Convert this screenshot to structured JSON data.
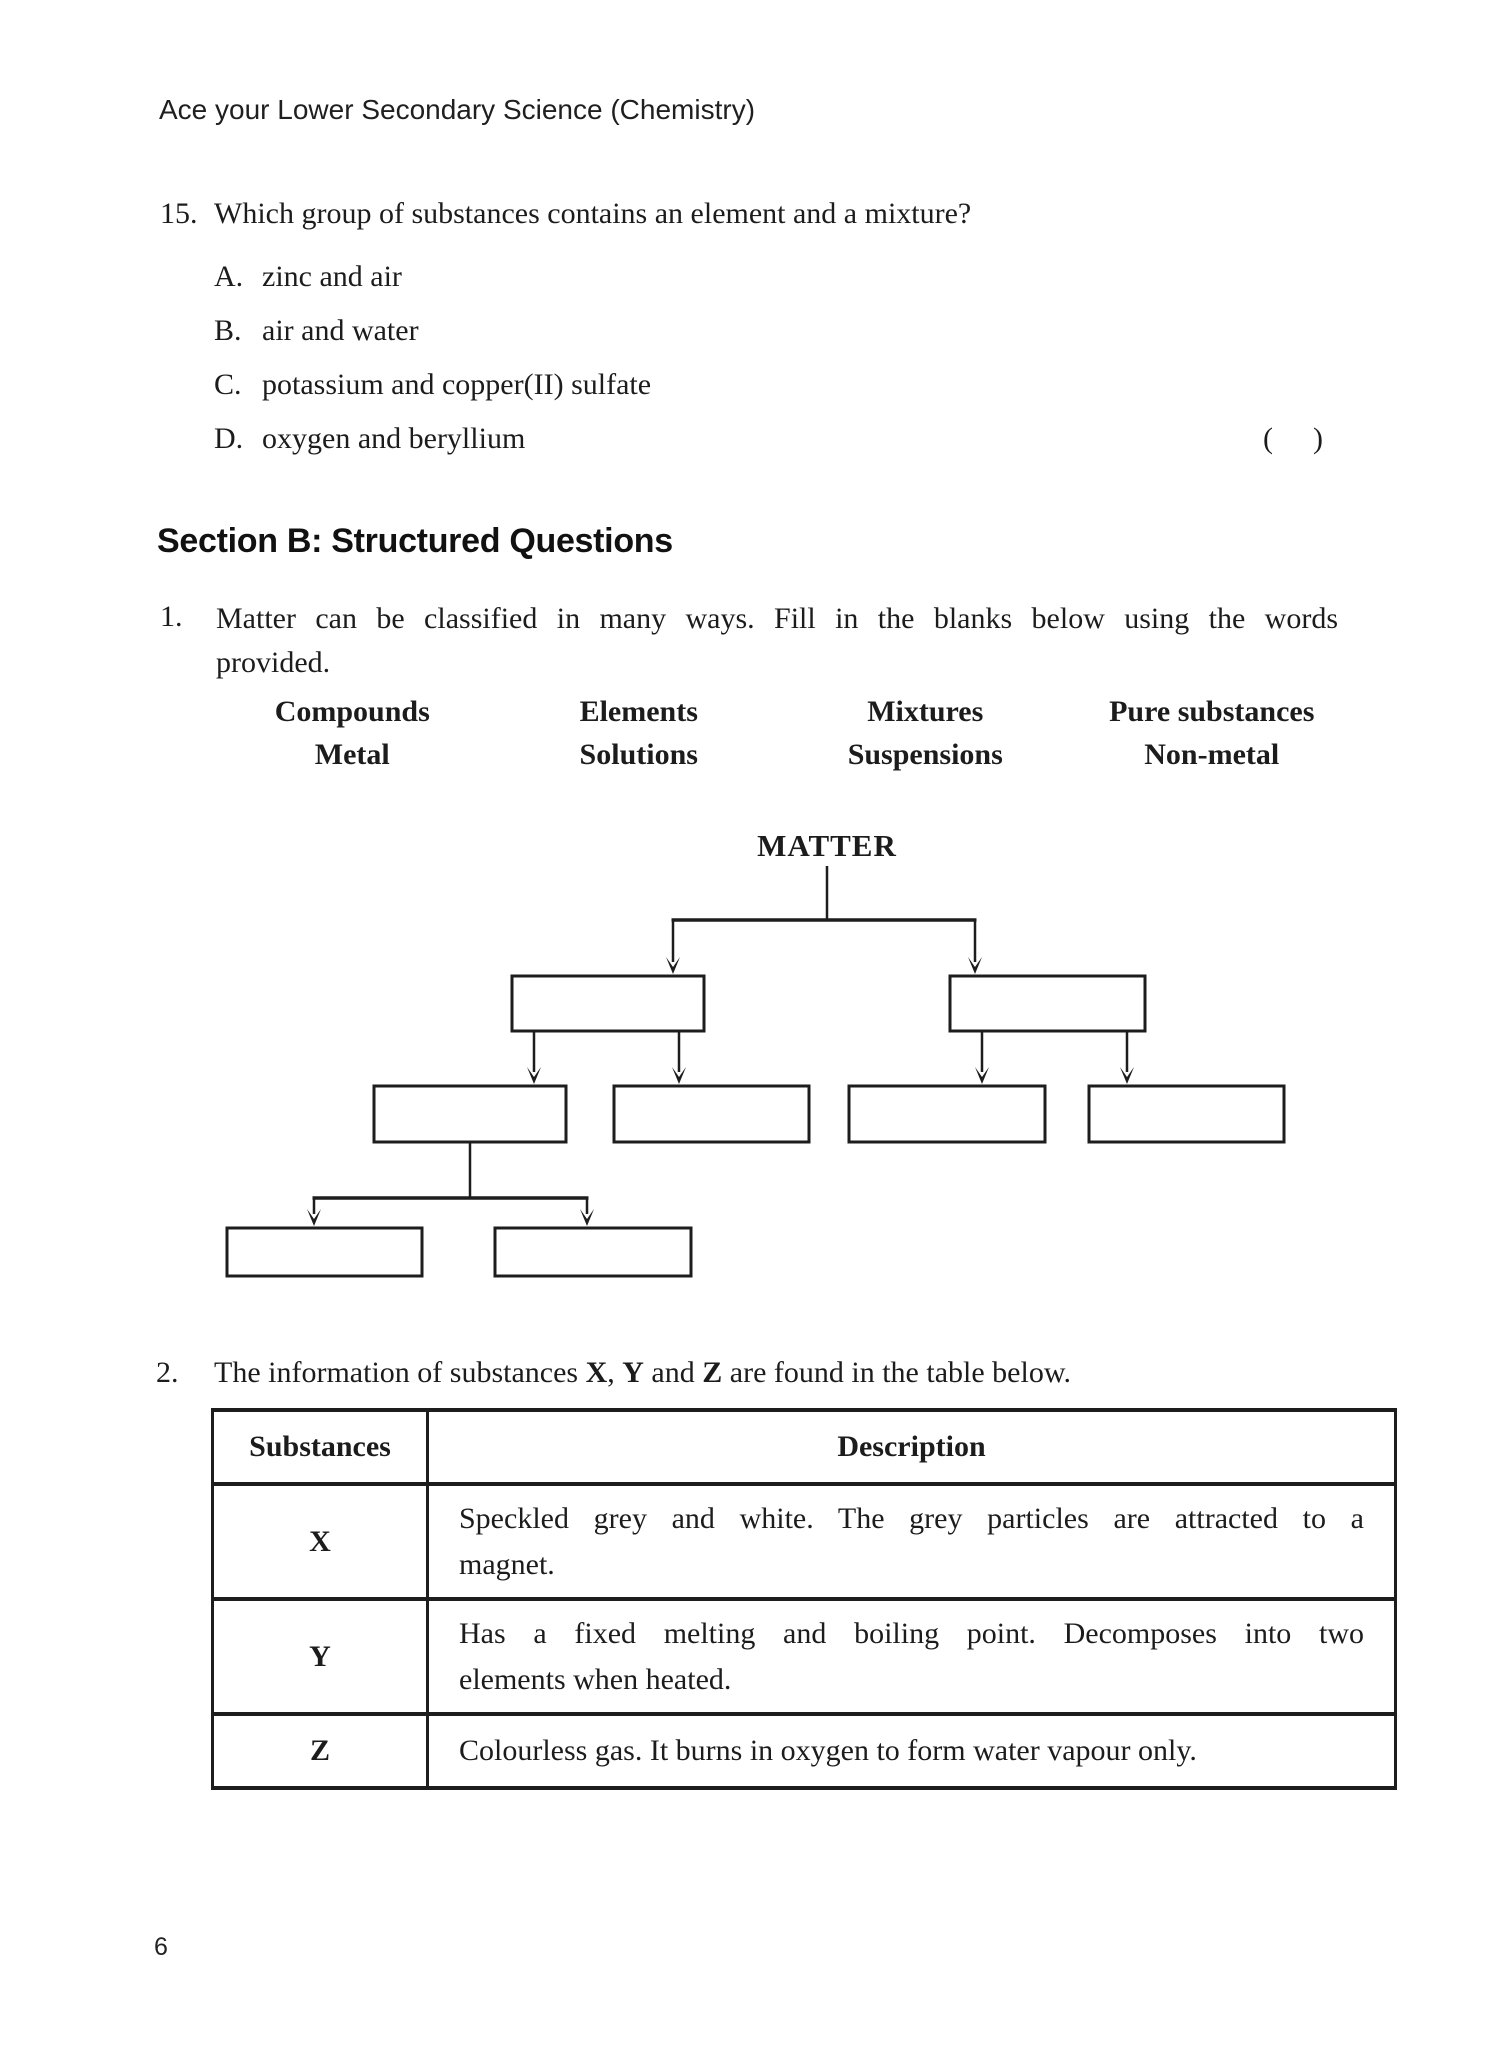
{
  "header": {
    "title": "Ace your Lower Secondary Science (Chemistry)"
  },
  "question15": {
    "number": "15.",
    "text": "Which group of substances contains an element and a mixture?",
    "options": [
      {
        "letter": "A.",
        "text": "zinc and air"
      },
      {
        "letter": "B.",
        "text": "air and water"
      },
      {
        "letter": "C.",
        "text": "potassium and copper(II) sulfate"
      },
      {
        "letter": "D.",
        "text": "oxygen and beryllium"
      }
    ],
    "answer_bracket_open": "(",
    "answer_bracket_close": ")"
  },
  "section_b": {
    "heading": "Section B: Structured Questions"
  },
  "question1": {
    "number": "1.",
    "lines": [
      "Matter can be classified in many ways. Fill in the blanks below using the words",
      "provided."
    ],
    "word_bank": {
      "row1": [
        "Compounds",
        "Elements",
        "Mixtures",
        "Pure substances"
      ],
      "row2": [
        "Metal",
        "Solutions",
        "Suspensions",
        "Non-metal"
      ]
    },
    "diagram": {
      "root_label": "MATTER",
      "blank_box_count": 8
    }
  },
  "question2": {
    "number": "2.",
    "text": {
      "prefix": "The information of substances ",
      "bold_x": "X",
      "sep1": ", ",
      "bold_y": "Y",
      "sep2": " and ",
      "bold_z": "Z",
      "suffix": " are found in the table below."
    },
    "table": {
      "headers": [
        "Substances",
        "Description"
      ],
      "rows": [
        {
          "substance": "X",
          "description_lines": [
            "Speckled grey and white. The grey particles are attracted to a",
            "magnet."
          ]
        },
        {
          "substance": "Y",
          "description_lines": [
            "Has a fixed melting and boiling point. Decomposes into two",
            "elements when heated."
          ]
        },
        {
          "substance": "Z",
          "description_lines": [
            "Colourless gas. It burns in oxygen to form water vapour only."
          ]
        }
      ]
    }
  },
  "footer": {
    "page_number": "6"
  }
}
